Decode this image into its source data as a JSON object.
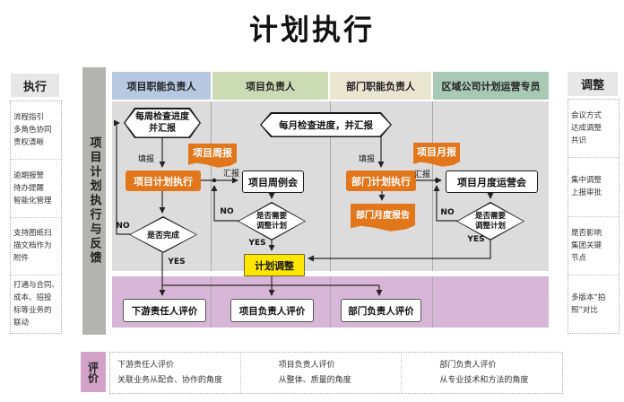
{
  "title": "计划执行",
  "phase_label": "项目计划执行与反馈",
  "colors": {
    "orange": "#e2761b",
    "yellow": "#ffe600",
    "purple_zone": "#d7b6d7",
    "purple_header": "#d3a2c8",
    "zone_grey": "#dcdcdc",
    "bar_grey": "#b3b3b1",
    "side_header_grey": "#e7e7e7"
  },
  "left_sidebar": {
    "header": "执行",
    "items": [
      "流程指引\n多角色协同\n责权清晰",
      "逾期报警\n待办提醒\n智能化管理",
      "支持图纸扫\n描文档作为\n附件",
      "打通与合同、\n成本、招投\n标等业务的\n联动"
    ]
  },
  "right_sidebar": {
    "header": "调整",
    "items": [
      "会议方式\n达成调整\n共识",
      "集中调整\n上报审批",
      "是否影响\n集团关键\n节点",
      "多版本“拍\n照”对比"
    ]
  },
  "lanes": [
    {
      "label": "项目职能负责人",
      "color": "#b7c9e0"
    },
    {
      "label": "项目负责人",
      "color": "#cbdcb4"
    },
    {
      "label": "部门职能负责人",
      "color": "#e9e6d2"
    },
    {
      "label": "区域公司计划运营专员",
      "color": "#a8c9b4"
    }
  ],
  "nodes": {
    "weekly_check": "每周检查进度\n并汇报",
    "monthly_check": "每月检查进度，并汇报",
    "weekly_report_banner": "项目周报",
    "project_plan_exec": "项目计划执行",
    "is_complete": "是否完成",
    "weekly_meeting": "项目周例会",
    "need_adjust": "是否需要\n调整计划",
    "plan_adjust": "计划调整",
    "monthly_report_banner": "项目月报",
    "dept_plan_exec": "部门计划执行",
    "dept_monthly_report": "部门月度报告",
    "monthly_ops_meeting": "项目月度运营会",
    "eval_downstream": "下游责任人评价",
    "eval_project_owner": "项目负责人评价",
    "eval_dept_owner": "部门负责人评价"
  },
  "edge_labels": {
    "fill_report": "填报",
    "report": "汇报",
    "no": "NO",
    "yes": "YES"
  },
  "evaluation": {
    "header": "评价",
    "items": [
      {
        "title": "下游责任人评价",
        "desc": "关联业务从配合、协作的角度"
      },
      {
        "title": "项目负责人评价",
        "desc": "从整体、质量的角度"
      },
      {
        "title": "部门负责人评价",
        "desc": "从专业技术和方法的角度"
      }
    ]
  }
}
